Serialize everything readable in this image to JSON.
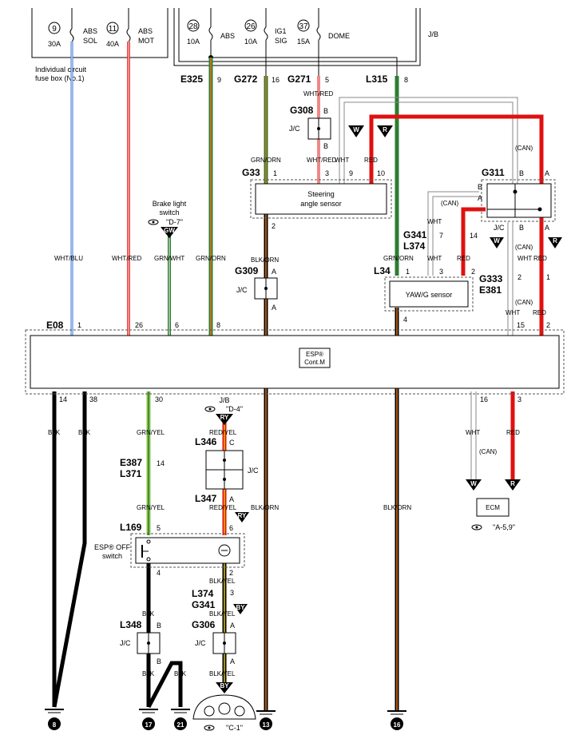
{
  "fuses": [
    {
      "num": "9",
      "amp": "30A",
      "name1": "ABS",
      "name2": "SOL"
    },
    {
      "num": "11",
      "amp": "40A",
      "name1": "ABS",
      "name2": "MOT"
    },
    {
      "num": "28",
      "amp": "10A",
      "name1": "ABS",
      "name2": ""
    },
    {
      "num": "26",
      "amp": "10A",
      "name1": "IG1",
      "name2": "SIG"
    },
    {
      "num": "37",
      "amp": "15A",
      "name1": "DOME",
      "name2": ""
    }
  ],
  "fusebox_label": [
    "Individual circuit",
    "fuse box (No.1)"
  ],
  "jb_label": "J/B",
  "connectors": {
    "e325": "E325",
    "e325_pin": "9",
    "g272": "G272",
    "g272_pin": "16",
    "g271": "G271",
    "g271_pin": "5",
    "l315": "L315",
    "l315_pin": "8",
    "g308": "G308",
    "g33": "G33",
    "g33_pin1": "1",
    "g33_pin3": "3",
    "g33_pin9": "9",
    "g33_pin10": "10",
    "g33_pin2": "2",
    "g311": "G311",
    "g341_a": "G341",
    "l374_a": "L374",
    "g341_pin7": "7",
    "g341_pin14": "14",
    "g309": "G309",
    "l34": "L34",
    "l34_pin1": "1",
    "l34_pin3": "3",
    "l34_pin2": "2",
    "l34_pin4": "4",
    "g333": "G333",
    "e381": "E381",
    "g333_pin2": "2",
    "g333_pin1": "1",
    "e08": "E08",
    "e08_pin1": "1",
    "e08_pin26": "26",
    "e08_pin6": "6",
    "e08_pin8": "8",
    "e08_pin15": "15",
    "e08_pin2": "2",
    "e08_pin14": "14",
    "e08_pin38": "38",
    "e08_pin30": "30",
    "e08_pin16": "16",
    "e08_pin3": "3",
    "l346": "L346",
    "l347": "L347",
    "e387": "E387",
    "l371": "L371",
    "e387_pin": "14",
    "l169": "L169",
    "l169_pin5": "5",
    "l169_pin6": "6",
    "l169_pin4": "4",
    "l169_pin2": "2",
    "l374_b": "L374",
    "g341_b": "G341",
    "l374_pin": "3",
    "l348": "L348",
    "g306": "G306"
  },
  "wire_colors": {
    "wht_red": "WHT/RED",
    "grn_orn": "GRN/ORN",
    "wht": "WHT",
    "red": "RED",
    "wht_blu": "WHT/BLU",
    "grn_wht": "GRN/WHT",
    "blk_orn": "BLK/ORN",
    "blk": "BLK",
    "grn_yel": "GRN/YEL",
    "red_yel": "RED/YEL",
    "blk_yel": "BLK/YEL",
    "can": "(CAN)"
  },
  "components": {
    "steering": [
      "Steering",
      "angle sensor"
    ],
    "yawg": "YAW/G sensor",
    "esp_cont": [
      "ESP®",
      "Cont.M"
    ],
    "esp_off": [
      "ESP® OFF",
      "switch"
    ],
    "brake": [
      "Brake light",
      "switch"
    ],
    "ecm": "ECM",
    "jc": "J/C"
  },
  "pin_letters": {
    "a": "A",
    "b": "B",
    "c": "C"
  },
  "refs": {
    "d7": "\"D-7\"",
    "d4": "\"D-4\"",
    "a59": "\"A-5,9\"",
    "c1": "\"C-1\""
  },
  "flags": {
    "w": "W",
    "r": "R",
    "gw": "GW",
    "ry": "RY",
    "by": "BY"
  },
  "grounds": [
    "8",
    "17",
    "21",
    "13",
    "16"
  ],
  "colors": {
    "green": "#2e7d32",
    "red": "#e01010",
    "black": "#000000",
    "blue": "#3a70d8",
    "orange": "#e8741a",
    "yellow": "#e0c400",
    "lightgreen": "#8bc34a"
  }
}
